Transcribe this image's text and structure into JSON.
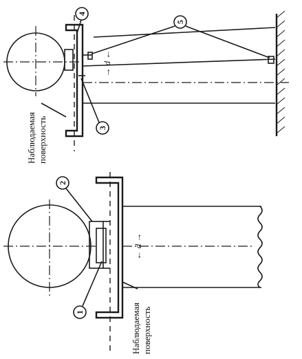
{
  "labels": {
    "surface_top": "Наблюдаемая",
    "surface_bottom": "поверхность",
    "surface2_top": "Наблюдаемая",
    "surface2_bottom": "поверхность",
    "dim_left": "d",
    "dim_right": "d"
  },
  "callouts": [
    "1",
    "2",
    "3",
    "4",
    "5"
  ]
}
